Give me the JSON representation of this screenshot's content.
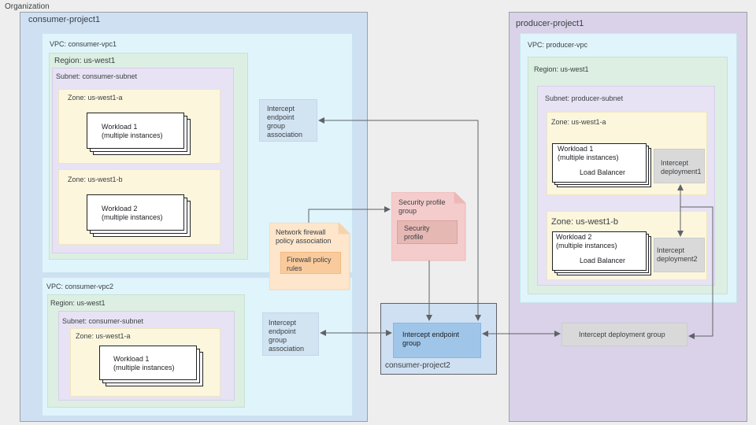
{
  "organization_label": "Organization",
  "consumer_project1": {
    "label": "consumer-project1",
    "vpc1": {
      "label": "VPC: consumer-vpc1",
      "region": "Region: us-west1",
      "subnet": "Subnet: consumer-subnet",
      "zone_a": "Zone: us-west1-a",
      "zone_b": "Zone: us-west1-b",
      "workload1": [
        "Workload 1",
        "(multiple instances)"
      ],
      "workload2": [
        "Workload 2",
        "(multiple instances)"
      ],
      "association": [
        "Intercept",
        "endpoint",
        "group",
        "association"
      ]
    },
    "vpc2": {
      "label": "VPC: consumer-vpc2",
      "region": "Region: us-west1",
      "subnet": "Subnet: consumer-subnet",
      "zone_a": "Zone: us-west1-a",
      "workload1": [
        "Workload 1",
        "(multiple instances)"
      ],
      "association": [
        "Intercept",
        "endpoint",
        "group",
        "association"
      ]
    },
    "firewall_policy": {
      "title": [
        "Network firewall",
        "policy association"
      ],
      "rules": [
        "Firewall policy",
        "rules"
      ]
    }
  },
  "security_profile_group": {
    "title": [
      "Security profile",
      "group"
    ],
    "profile": [
      "Security",
      "profile"
    ]
  },
  "consumer_project2": {
    "label": "consumer-project2",
    "endpoint_group": [
      "Intercept endpoint",
      "group"
    ]
  },
  "producer_project1": {
    "label": "producer-project1",
    "vpc": "VPC: producer-vpc",
    "region": "Region: us-west1",
    "subnet": "Subnet: producer-subnet",
    "zone_a": "Zone: us-west1-a",
    "zone_b": "Zone: us-west1-b",
    "workload1": [
      "Workload 1",
      "(multiple instances)",
      "Load Balancer"
    ],
    "workload2": [
      "Workload 2",
      "(multiple instances)",
      "Load Balancer"
    ],
    "deployment1": [
      "Intercept",
      "deployment1"
    ],
    "deployment2": [
      "Intercept",
      "deployment2"
    ],
    "deployment_group": "Intercept deployment group"
  },
  "colors": {
    "project_blue": "#cfe0f3",
    "project_purple": "#d9d2e9",
    "vpc": "#dff4fb",
    "region": "#dcefe2",
    "subnet": "#e7e2f4",
    "zone": "#fcf6dd",
    "firewall": "#fde6cc",
    "security_group": "#f4cccc",
    "endpoint_group": "#9fc5e8",
    "arrow": "#5f6368"
  }
}
